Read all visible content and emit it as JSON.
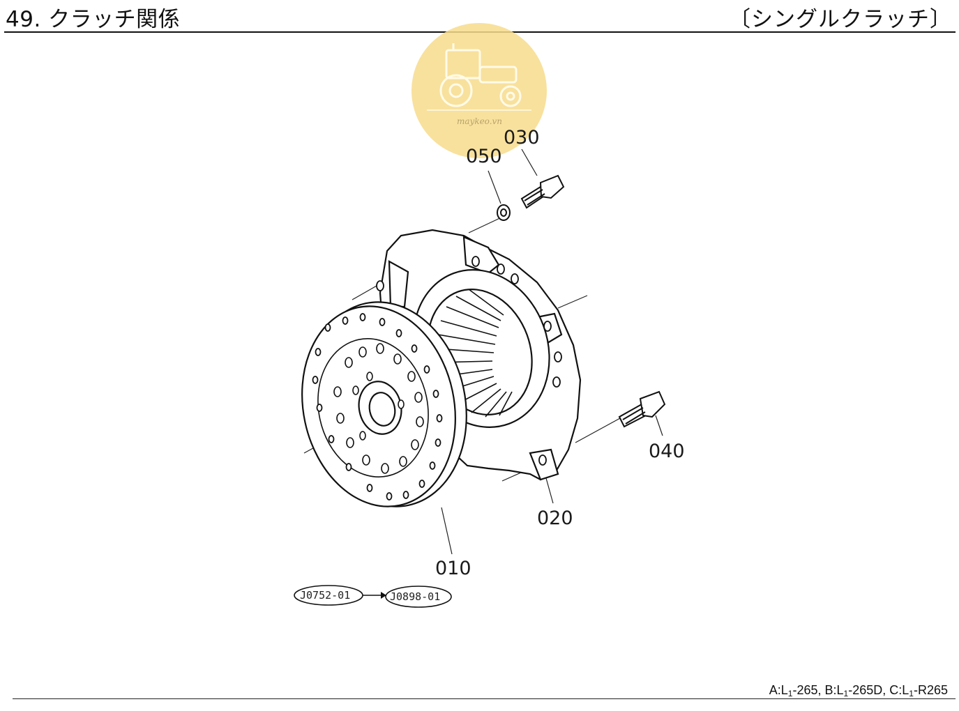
{
  "header": {
    "title": "49. クラッチ関係",
    "subtitle": "〔シングルクラッチ〕"
  },
  "watermark": {
    "text": "maykeo.vn",
    "icon": "tractor-icon",
    "color": "#f7dc8c"
  },
  "parts": {
    "p010": "010",
    "p020": "020",
    "p030": "030",
    "p040": "040",
    "p050": "050"
  },
  "refs": {
    "from": "J0752-01",
    "to": "J0898-01"
  },
  "footer": {
    "a_prefix": "A:L",
    "a_sub": "1",
    "a_suffix": "-265, ",
    "b_prefix": "B:L",
    "b_sub": "1",
    "b_suffix": "-265D, ",
    "c_prefix": "C:L",
    "c_sub": "1",
    "c_suffix": "-R265"
  }
}
